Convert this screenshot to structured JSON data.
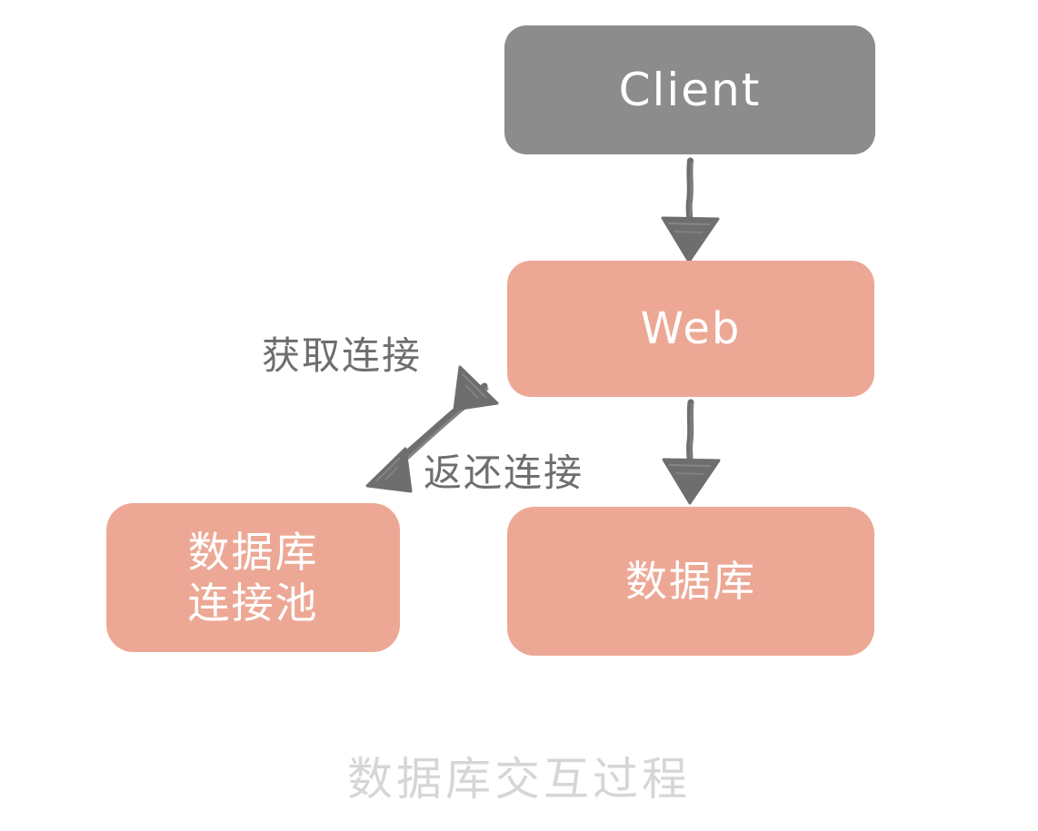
{
  "diagram": {
    "background_color": "#ffffff",
    "caption": "数据库交互过程",
    "caption_color": "#d6d6d6",
    "accent_color": "#eda895",
    "client_color": "#8c8c8c",
    "arrow_color": "#6e6e6e",
    "label_color": "#6e6e6e",
    "nodes": [
      {
        "id": "client",
        "label": "Client",
        "fill": "#8c8c8c",
        "text_color": "#ffffff"
      },
      {
        "id": "web",
        "label": "Web",
        "fill": "#eda895",
        "text_color": "#ffffff"
      },
      {
        "id": "pool",
        "label": "数据库\n连接池",
        "fill": "#eda895",
        "text_color": "#ffffff"
      },
      {
        "id": "database",
        "label": "数据库",
        "fill": "#eda895",
        "text_color": "#ffffff"
      }
    ],
    "edges": [
      {
        "id": "client-to-web",
        "label": "",
        "direction": "down"
      },
      {
        "id": "web-to-db",
        "label": "",
        "direction": "down"
      },
      {
        "id": "web-pool-acquire",
        "label": "获取连接",
        "direction": "bidirectional"
      },
      {
        "id": "web-pool-release",
        "label": "返还连接",
        "direction": "bidirectional"
      }
    ]
  }
}
